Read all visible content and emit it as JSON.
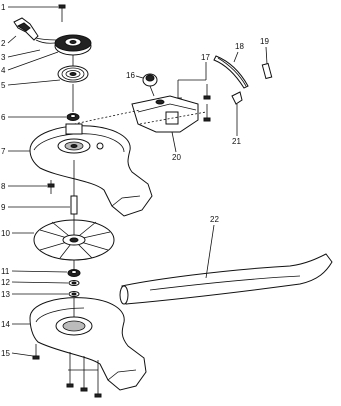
{
  "parts": [
    {
      "num": "1",
      "name": "screw"
    },
    {
      "num": "2",
      "name": "starter-handle"
    },
    {
      "num": "3",
      "name": "starter-rope"
    },
    {
      "num": "4",
      "name": "rope-pulley"
    },
    {
      "num": "5",
      "name": "recoil-spring"
    },
    {
      "num": "6",
      "name": "nut"
    },
    {
      "num": "7",
      "name": "upper-fan-housing"
    },
    {
      "num": "8",
      "name": "housing-screw"
    },
    {
      "num": "9",
      "name": "pin"
    },
    {
      "num": "10",
      "name": "fan-impeller"
    },
    {
      "num": "11",
      "name": "nut"
    },
    {
      "num": "12",
      "name": "washer"
    },
    {
      "num": "13",
      "name": "washer"
    },
    {
      "num": "14",
      "name": "lower-fan-housing"
    },
    {
      "num": "15",
      "name": "screws"
    },
    {
      "num": "16",
      "name": "knob"
    },
    {
      "num": "17",
      "name": "screws"
    },
    {
      "num": "18",
      "name": "strap"
    },
    {
      "num": "19",
      "name": "pin"
    },
    {
      "num": "20",
      "name": "handle-bracket"
    },
    {
      "num": "21",
      "name": "clip"
    },
    {
      "num": "22",
      "name": "blower-tube"
    }
  ],
  "labels": {
    "p1": "1",
    "p2": "2",
    "p3": "3",
    "p4": "4",
    "p5": "5",
    "p6": "6",
    "p7": "7",
    "p8": "8",
    "p9": "9",
    "p10": "10",
    "p11": "11",
    "p12": "12",
    "p13": "13",
    "p14": "14",
    "p15": "15",
    "p16": "16",
    "p17": "17",
    "p18": "18",
    "p19": "19",
    "p20": "20",
    "p21": "21",
    "p22": "22"
  }
}
